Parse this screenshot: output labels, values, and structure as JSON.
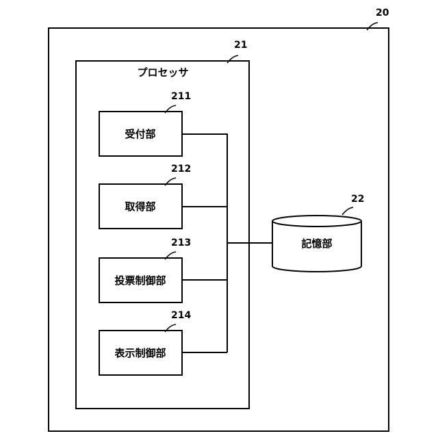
{
  "device": {
    "ref": "20"
  },
  "processor": {
    "ref": "21",
    "title": "プロセッサ"
  },
  "units": [
    {
      "ref": "211",
      "label": "受付部"
    },
    {
      "ref": "212",
      "label": "取得部"
    },
    {
      "ref": "213",
      "label": "投票制御部"
    },
    {
      "ref": "214",
      "label": "表示制御部"
    }
  ],
  "storage": {
    "ref": "22",
    "label": "記憶部"
  }
}
